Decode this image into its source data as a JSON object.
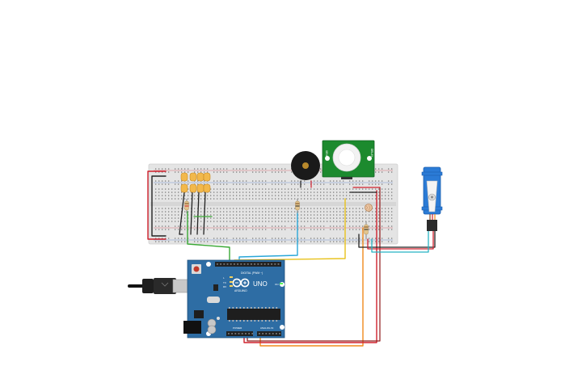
{
  "arduino": {
    "brand": "ARDUINO",
    "model": "UNO",
    "header_digital": "DIGITAL (PWM ~)",
    "header_power": "POWER",
    "header_analog": "ANALOG IN",
    "led_on": "ON",
    "led_tx": "TX",
    "led_rx": "RX",
    "led_l": "L"
  },
  "pir_sensor": {
    "left_label": "SENS",
    "right_label": "DELAY"
  },
  "colors": {
    "board_blue": "#2e6da4",
    "breadboard": "#e6e6e6",
    "pir_pcb": "#1c8a2e",
    "servo_blue": "#2b7bd6",
    "wire_red": "#d0212d",
    "wire_black": "#222222",
    "wire_green": "#3aa935",
    "wire_blue": "#2aa7d8",
    "wire_yellow": "#e8c21c",
    "wire_orange": "#f08a1c",
    "wire_teal": "#26b3c4",
    "resistor_body": "#e2c48d",
    "led_body": "#f2b84b"
  },
  "components": [
    "breadboard",
    "arduino-uno",
    "usb-cable",
    "piezo-buzzer",
    "pir-sensor",
    "servo-motor",
    "photoresistor",
    "resistors",
    "leds"
  ]
}
